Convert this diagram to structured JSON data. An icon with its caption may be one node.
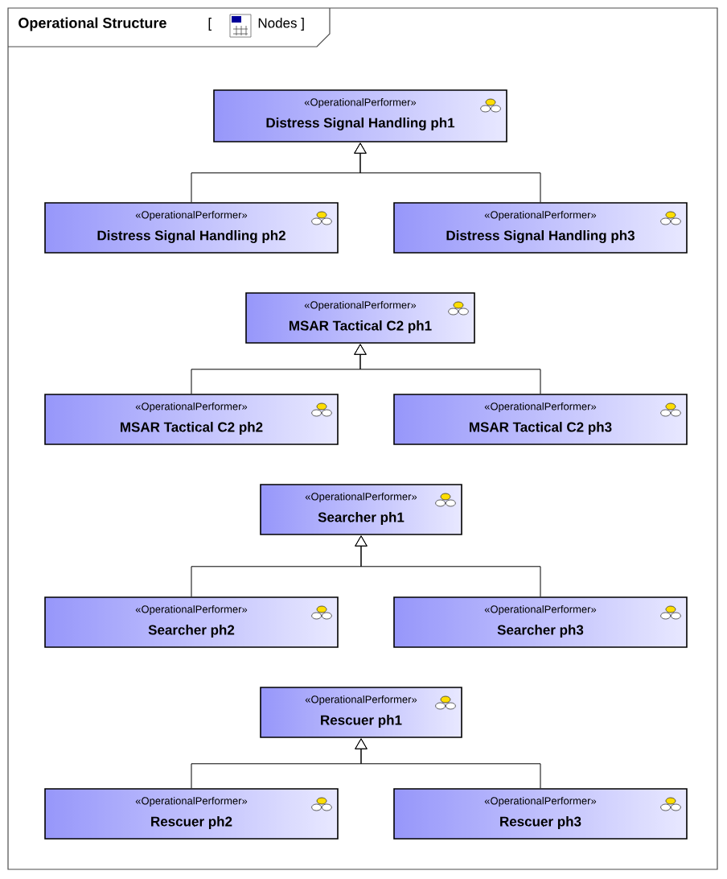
{
  "diagram": {
    "title": "Operational Structure",
    "labels": [
      "[",
      "Nodes ]"
    ],
    "nodes": [
      {
        "text": [
          "«OperationalPerformer»",
          "Distress Signal Handling ph1"
        ]
      },
      {
        "text": [
          "«OperationalPerformer»",
          "Distress Signal Handling ph2"
        ]
      },
      {
        "text": [
          "«OperationalPerformer»",
          "Distress Signal Handling ph3"
        ]
      },
      {
        "text": [
          "«OperationalPerformer»",
          "MSAR Tactical C2 ph1"
        ]
      },
      {
        "text": [
          "«OperationalPerformer»",
          "MSAR Tactical C2 ph2"
        ]
      },
      {
        "text": [
          "«OperationalPerformer»",
          "MSAR Tactical C2 ph3"
        ]
      },
      {
        "text": [
          "«OperationalPerformer»",
          "Searcher ph1"
        ]
      },
      {
        "text": [
          "«OperationalPerformer»",
          "Searcher ph2"
        ]
      },
      {
        "text": [
          "«OperationalPerformer»",
          "Searcher ph3"
        ]
      },
      {
        "text": [
          "«OperationalPerformer»",
          "Rescuer ph1"
        ]
      },
      {
        "text": [
          "«OperationalPerformer»",
          "Rescuer ph2"
        ]
      },
      {
        "text": [
          "«OperationalPerformer»",
          "Rescuer ph3"
        ]
      }
    ],
    "edges": [
      {
        "from": 1,
        "to": 0,
        "arrow": "to"
      },
      {
        "from": 2,
        "to": 0,
        "arrow": "to"
      },
      {
        "from": 4,
        "to": 3,
        "arrow": "to"
      },
      {
        "from": 5,
        "to": 3,
        "arrow": "to"
      },
      {
        "from": 7,
        "to": 6,
        "arrow": "to"
      },
      {
        "from": 8,
        "to": 6,
        "arrow": "to"
      },
      {
        "from": 10,
        "to": 9,
        "arrow": "to"
      },
      {
        "from": 11,
        "to": 9,
        "arrow": "to"
      }
    ]
  }
}
